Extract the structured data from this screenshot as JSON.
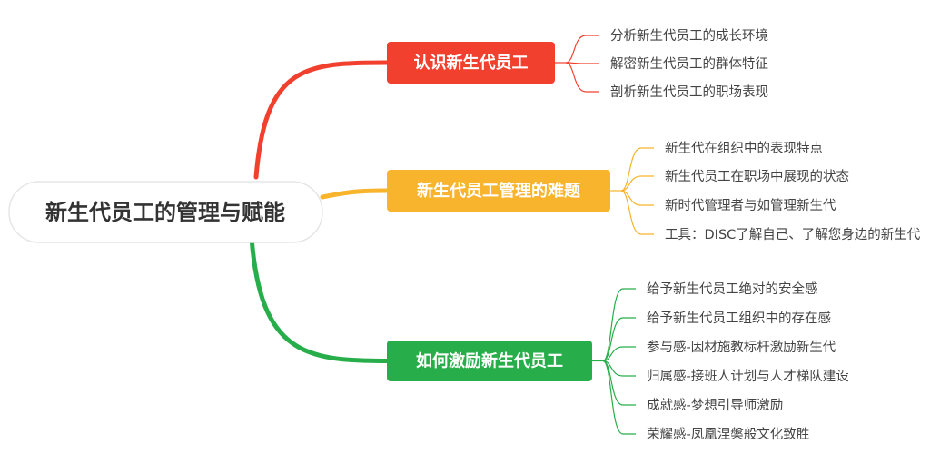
{
  "root": {
    "label": "新生代员工的管理与赋能"
  },
  "branches": [
    {
      "label": "认识新生代员工",
      "color": "#f2402f",
      "children": [
        "分析新生代员工的成长环境",
        "解密新生代员工的群体特征",
        "剖析新生代员工的职场表现"
      ]
    },
    {
      "label": "新生代员工管理的难题",
      "color": "#f7b42c",
      "children": [
        "新生代在组织中的表现特点",
        "新生代员工在职场中展现的状态",
        "新时代管理者与如管理新生代",
        "工具：DISC了解自己、了解您身边的新生代"
      ],
      "highlight_child": 3
    },
    {
      "label": "如何激励新生代员工",
      "color": "#27ae4a",
      "children": [
        "给予新生代员工绝对的安全感",
        "给予新生代员工组织中的存在感",
        "参与感-因材施教标杆激励新生代",
        "归属感-接班人计划与人才梯队建设",
        "成就感-梦想引导师激励",
        "荣耀感-凤凰涅槃般文化致胜"
      ]
    }
  ]
}
